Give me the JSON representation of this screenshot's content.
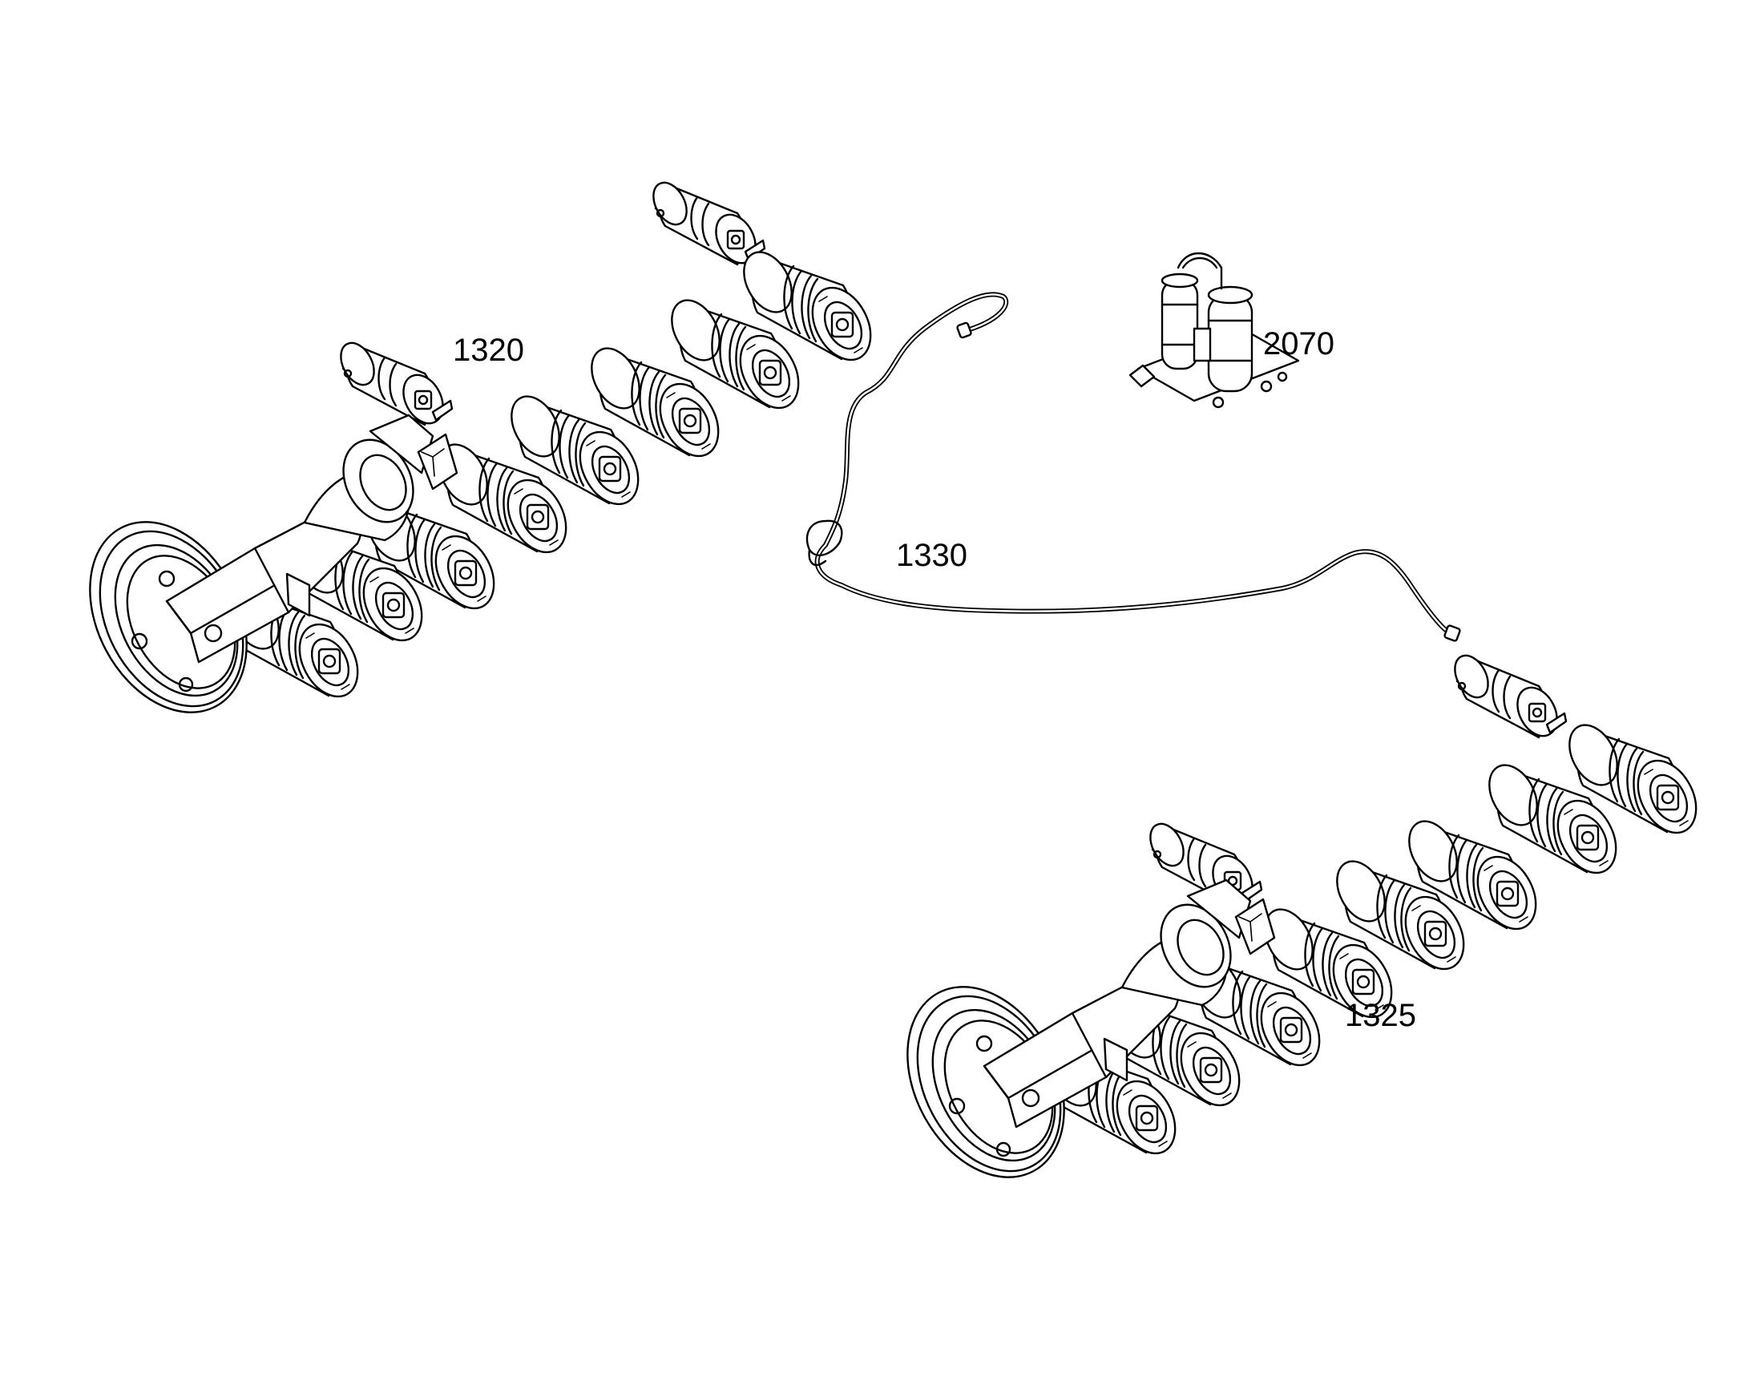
{
  "callouts": {
    "left_undercarriage": "1320",
    "cable_harness": "1330",
    "valve_assembly": "2070",
    "right_undercarriage": "1325"
  },
  "colors": {
    "line": "#000000",
    "background": "#ffffff"
  }
}
